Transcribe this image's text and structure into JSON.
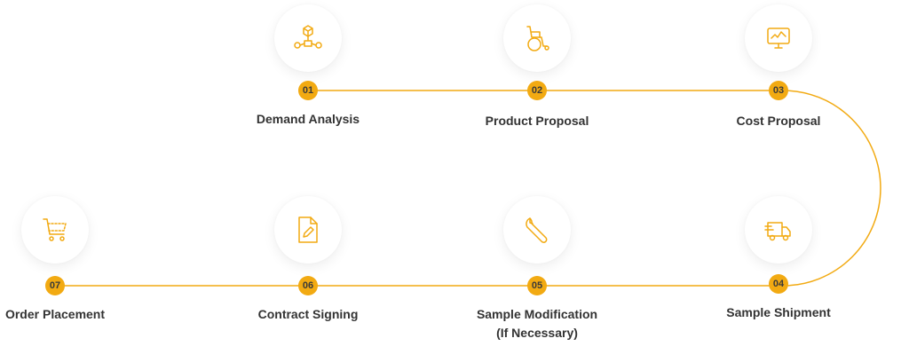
{
  "accent_color": "#f2aa12",
  "steps": [
    {
      "number": "01",
      "title": "Demand Analysis",
      "icon": "network-cubes-icon"
    },
    {
      "number": "02",
      "title": "Product Proposal",
      "icon": "wheelchair-icon"
    },
    {
      "number": "03",
      "title": "Cost Proposal",
      "icon": "monitor-chart-icon"
    },
    {
      "number": "04",
      "title": "Sample Shipment",
      "icon": "delivery-truck-icon"
    },
    {
      "number": "05",
      "title": "Sample Modification",
      "subtitle": "(If Necessary)",
      "icon": "wrench-icon"
    },
    {
      "number": "06",
      "title": "Contract Signing",
      "icon": "document-pen-icon"
    },
    {
      "number": "07",
      "title": "Order Placement",
      "icon": "shopping-cart-icon"
    }
  ]
}
